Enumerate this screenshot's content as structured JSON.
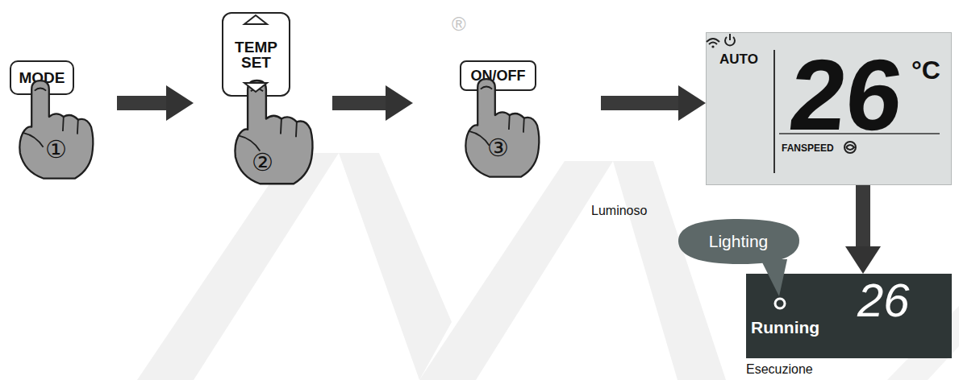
{
  "diagram": {
    "nodes": [
      {
        "text": [
          "MODE"
        ]
      },
      {
        "text": [
          "TEMP SET"
        ]
      },
      {
        "text": [
          "ON/OFF"
        ]
      },
      {
        "text": [
          "AUTO",
          "26",
          "°C",
          "FANSPEED"
        ]
      },
      {
        "text": [
          "Running",
          "26"
        ]
      },
      {
        "text": [
          "Lighting"
        ]
      }
    ],
    "edges": [
      {
        "from": 0,
        "to": 1,
        "arrow": "to"
      },
      {
        "from": 1,
        "to": 2,
        "arrow": "to"
      },
      {
        "from": 2,
        "to": 3,
        "arrow": "to"
      },
      {
        "from": 3,
        "to": 4,
        "arrow": "to"
      }
    ],
    "labels": [
      "①",
      "②",
      "③",
      "Luminoso",
      "Esecuzione",
      "®"
    ]
  }
}
